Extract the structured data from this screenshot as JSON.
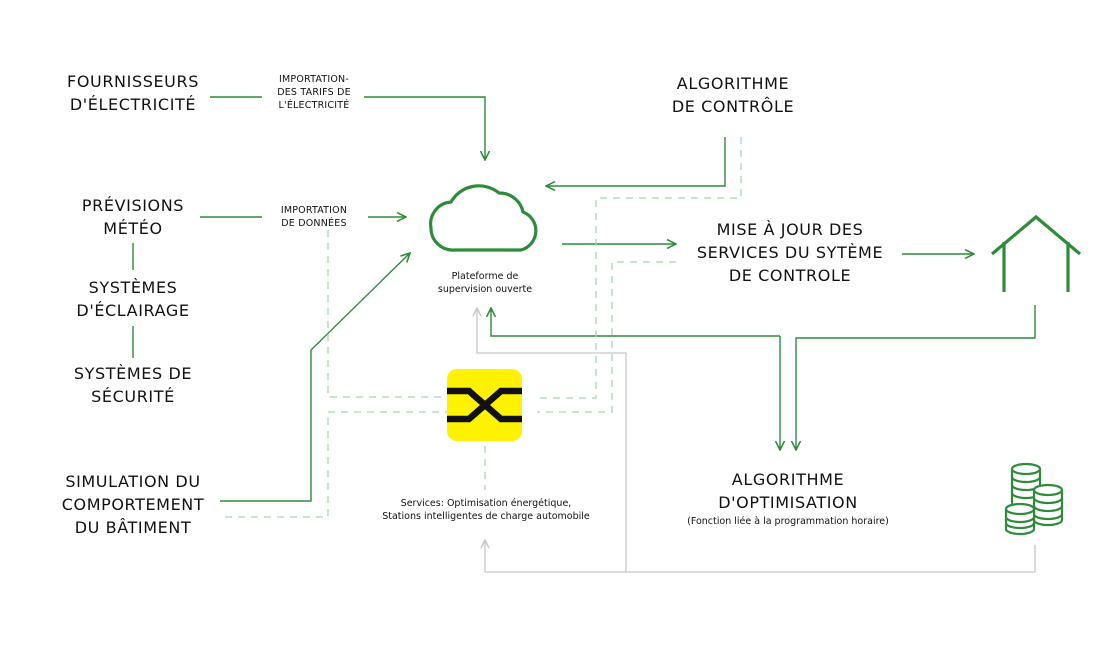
{
  "colors": {
    "accent_green": "#2e8b3a",
    "dashed_green": "#a7d7ad",
    "gray_line": "#c6c6c6",
    "logo_yellow": "#fff200",
    "logo_black": "#111111"
  },
  "icons": {
    "cloud": "cloud-icon",
    "house": "house-icon",
    "coins": "coins-stack-icon",
    "logo": "crossing-arrows-logo-icon"
  },
  "nodes": {
    "fournisseurs": [
      "FOURNISSEURS",
      "D'ÉLECTRICITÉ"
    ],
    "previsions": [
      "PRÉVISIONS",
      "MÉTÉO"
    ],
    "eclairage": [
      "SYSTÈMES",
      "D'ÉCLAIRAGE"
    ],
    "securite": [
      "SYSTÈMES DE",
      "SÉCURITÉ"
    ],
    "simulation": [
      "SIMULATION DU",
      "COMPORTEMENT",
      "DU BÂTIMENT"
    ],
    "algo_controle": [
      "ALGORITHME",
      "DE CONTRÔLE"
    ],
    "mise_a_jour": [
      "MISE À JOUR DES",
      "SERVICES DU SYTÈME",
      "DE CONTROLE"
    ],
    "algo_optimisation": [
      "ALGORITHME",
      "D'OPTIMISATION"
    ],
    "algo_optimisation_note": "(Fonction liée à la programmation horaire)"
  },
  "edge_labels": {
    "importation_tarifs": [
      "IMPORTATION-",
      "DES TARIFS DE",
      "L'ÉLECTRICITÉ"
    ],
    "importation_donnees": [
      "IMPORTATION",
      "DE DONNÉES"
    ]
  },
  "platform": [
    "Plateforme de",
    "supervision ouverte"
  ],
  "services": [
    "Services: Optimisation énergétique,",
    "Stations intelligentes de charge automobile"
  ]
}
